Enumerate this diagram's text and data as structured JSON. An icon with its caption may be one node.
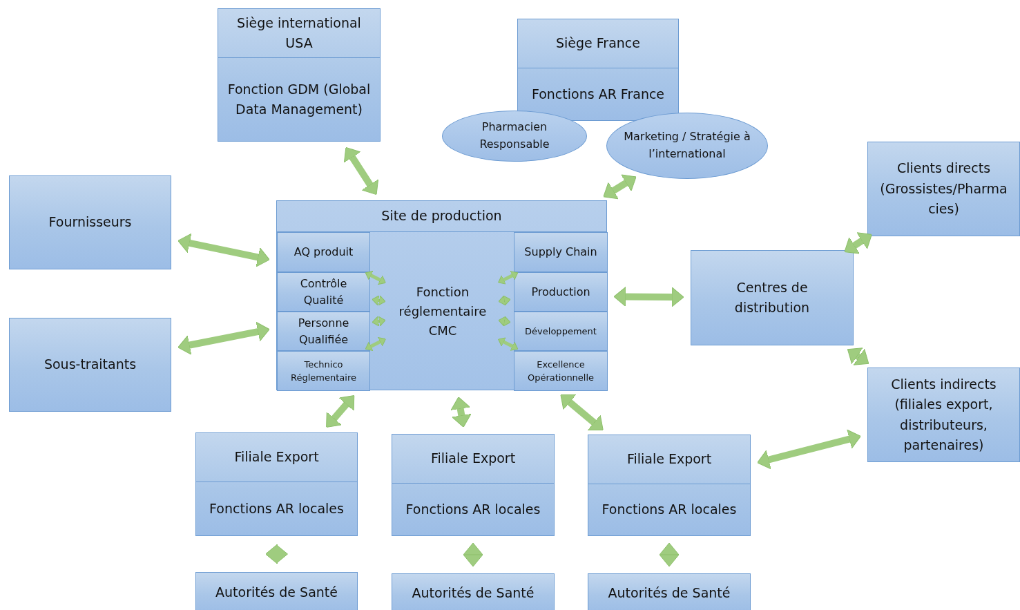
{
  "diagram": {
    "nodes": [
      {
        "text": [
          "Siège international USA",
          "Fonction GDM (Global Data Management)"
        ]
      },
      {
        "text": [
          "Siège France",
          "Fonctions AR France"
        ]
      },
      {
        "text": [
          "Pharmacien Responsable"
        ]
      },
      {
        "text": [
          "Marketing / Stratégie à l’international"
        ]
      },
      {
        "text": [
          "Clients directs (Grossistes/Pharmacies)"
        ]
      },
      {
        "text": [
          "Fournisseurs"
        ]
      },
      {
        "text": [
          "Site de production"
        ]
      },
      {
        "text": [
          "AQ produit"
        ],
        "in": 6
      },
      {
        "text": [
          "Contrôle Qualité"
        ],
        "in": 6
      },
      {
        "text": [
          "Personne Qualifiée"
        ],
        "in": 6
      },
      {
        "text": [
          "Technico Réglementaire"
        ],
        "in": 6
      },
      {
        "text": [
          "Fonction réglementaire CMC"
        ],
        "in": 6
      },
      {
        "text": [
          "Supply Chain"
        ],
        "in": 6
      },
      {
        "text": [
          "Production"
        ],
        "in": 6
      },
      {
        "text": [
          "Développement"
        ],
        "in": 6
      },
      {
        "text": [
          "Excellence Opérationnelle"
        ],
        "in": 6
      },
      {
        "text": [
          "Centres de distribution"
        ]
      },
      {
        "text": [
          "Sous-traitants"
        ]
      },
      {
        "text": [
          "Clients indirects (filiales export, distributeurs, partenaires)"
        ]
      },
      {
        "text": [
          "Filiale Export",
          "Fonctions AR locales"
        ]
      },
      {
        "text": [
          "Filiale Export",
          "Fonctions AR locales"
        ]
      },
      {
        "text": [
          "Filiale Export",
          "Fonctions AR locales"
        ]
      },
      {
        "text": [
          "Autorités de Santé"
        ]
      },
      {
        "text": [
          "Autorités de Santé"
        ]
      },
      {
        "text": [
          "Autorités de Santé"
        ]
      }
    ],
    "edges": [
      {
        "from": 0,
        "to": 6,
        "arrow": "both"
      },
      {
        "from": 6,
        "to": 3,
        "arrow": "both"
      },
      {
        "from": 5,
        "to": 6,
        "arrow": "both"
      },
      {
        "from": 17,
        "to": 6,
        "arrow": "both"
      },
      {
        "from": 6,
        "to": 16,
        "arrow": "both"
      },
      {
        "from": 16,
        "to": 4,
        "arrow": "both"
      },
      {
        "from": 16,
        "to": 18,
        "arrow": "both"
      },
      {
        "from": 21,
        "to": 18,
        "arrow": "both"
      },
      {
        "from": 6,
        "to": 19,
        "arrow": "both"
      },
      {
        "from": 6,
        "to": 20,
        "arrow": "both"
      },
      {
        "from": 6,
        "to": 21,
        "arrow": "both"
      },
      {
        "from": 19,
        "to": 22,
        "arrow": "both"
      },
      {
        "from": 20,
        "to": 23,
        "arrow": "both"
      },
      {
        "from": 21,
        "to": 24,
        "arrow": "both"
      },
      {
        "from": 11,
        "to": 7,
        "arrow": "both"
      },
      {
        "from": 11,
        "to": 8,
        "arrow": "both"
      },
      {
        "from": 11,
        "to": 9,
        "arrow": "both"
      },
      {
        "from": 11,
        "to": 10,
        "arrow": "both"
      },
      {
        "from": 11,
        "to": 12,
        "arrow": "both"
      },
      {
        "from": 11,
        "to": 13,
        "arrow": "both"
      },
      {
        "from": 11,
        "to": 14,
        "arrow": "both"
      },
      {
        "from": 11,
        "to": 15,
        "arrow": "both"
      }
    ]
  }
}
